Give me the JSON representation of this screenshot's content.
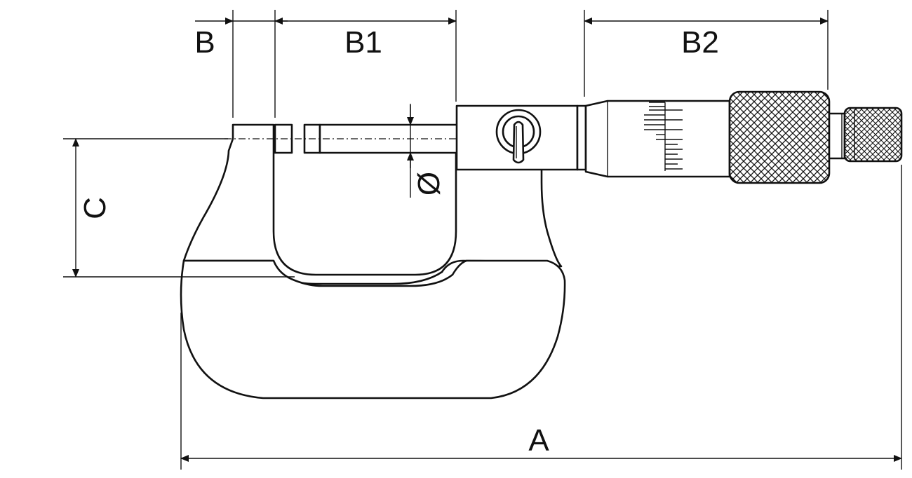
{
  "labels": {
    "a": "A",
    "b": "B",
    "b1": "B1",
    "b2": "B2",
    "c": "C",
    "diameter": "Ø"
  },
  "colors": {
    "line": "#111111",
    "background": "#ffffff"
  }
}
